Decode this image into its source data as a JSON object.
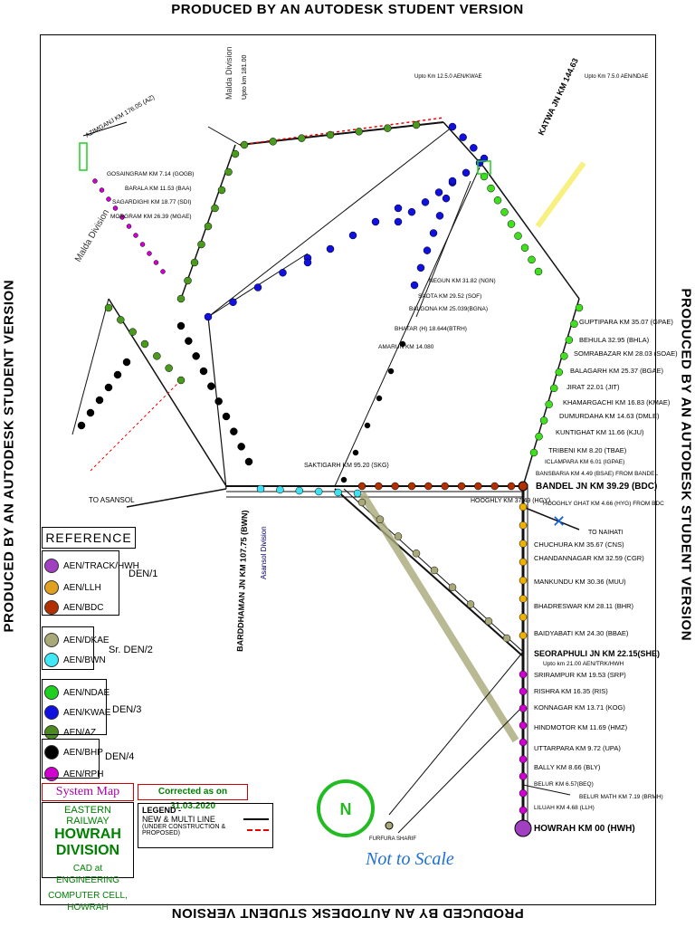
{
  "watermark": "PRODUCED BY AN AUTODESK STUDENT VERSION",
  "map": {
    "colors": {
      "track": "#111111",
      "magenta": "#d000d0",
      "yellow": "#f0b000",
      "brown": "#b03000",
      "khaki": "#a8a878",
      "cyan": "#40e0f0",
      "blue": "#1010e0",
      "green": "#4a9a20",
      "black": "#000000",
      "lime": "#40e020",
      "red_dotted": "#e00000"
    },
    "places": {
      "howrah": "HOWRAH KM 00 (HWH)",
      "bandel": "BANDEL JN KM 39.29 (BDC)",
      "seoraphuli": "SEORAPHULI JN KM 22.15(SHE)",
      "seoraphuli_note": "Upto km 21.00 AEN/TRK/HWH",
      "burdwan": "BARDDHAMAN JN KM 107.75 (BWN)",
      "saktigarh": "SAKTIGARH KM 95.20 (SKG)",
      "hooghly": "HOOGHLY KM 37.49 (HGY)",
      "hooghly_ghat": "HOOGHLY GHAT KM 4.66 (HYG) FROM BDC",
      "to_naihati": "TO NAIHATI",
      "to_asansol": "TO ASANSOL",
      "chuchura": "CHUCHURA KM 35.67 (CNS)",
      "chandannagar": "CHANDANNAGAR KM 32.59 (CGR)",
      "mankundu": "MANKUNDU KM 30.36 (MUU)",
      "bhadreswar": "BHADRESWAR KM 28.11 (BHR)",
      "baidyabati": "BAIDYABATI KM 24.30 (BBAE)",
      "srirampur": "SRIRAMPUR KM 19.53 (SRP)",
      "rishra": "RISHRA KM 16.35 (RIS)",
      "konnagar": "KONNAGAR KM 13.71 (KOG)",
      "hindmotor": "HINDMOTOR KM 11.69 (HMZ)",
      "uttarpara": "UTTARPARA KM 9.72 (UPA)",
      "bally": "BALLY KM 8.66 (BLY)",
      "belur": "BELUR KM 6.57(BEQ)",
      "belur_math": "BELUR MATH KM 7.19 (BRMH)",
      "liluah": "LILUAH KM 4.68 (LLH)",
      "guptipara": "GUPTIPARA KM 35.07 (GPAE)",
      "behula": "BEHULA 32.95 (BHLA)",
      "somrabazar": "SOMRABAZAR KM 28.03 (SOAE)",
      "balagarh": "BALAGARH KM 25.37 (BGAE)",
      "jirat": "JIRAT 22.01 (JIT)",
      "khamargachi": "KHAMARGACHI KM 16.83 (KMAE)",
      "dumurdaha": "DUMURDAHA KM 14.63 (DMLE)",
      "kuntighat": "KUNTIGHAT KM 11.66 (KJU)",
      "tribeni": "TRIBENI KM 8.20 (TBAE)",
      "ishwargupta": "ICLAMPARA KM 6.01 (IGPAE)",
      "bansberia": "BANSBARIA KM 4.49 (BSAE) FROM BANDEL",
      "gosaingram": "GOSAINGRAM KM 7.14 (GOGB)",
      "barala": "BARALA KM 11.53 (BAA)",
      "sagardighi": "SAGARDIGHI KM 18.77 (SDI)",
      "morgram": "MORGRAM KM 26.39 (MGAE)",
      "negun": "NEGUN KM 31.82 (NGN)",
      "saota": "SAOTA KM 29.52 (SOF)",
      "balgona": "BALGONA KM 25.039(BGNA)",
      "bhatar": "BHATAR (H) 18.644(BTRH)",
      "amarun": "AMARUN KM 14.080",
      "upto_kwae": "Upto Km 12.5.0 AEN/KWAE",
      "upto_ndae": "Upto Km 7.5.0 AEN/NDAE",
      "furfura": "FURFURA SHARIF",
      "azimganj": "AZIMGANJ KM 176.05 (AZ)",
      "malda_division": "Malda Division",
      "malda_upto": "Upto km 181.00",
      "asansol_division": "Asansol Division",
      "katwa": "KATWA JN KM 144.63"
    }
  },
  "reference": {
    "title": "REFERENCE",
    "items": [
      {
        "label": "AEN/TRACK/HWH",
        "color": "#a040c0"
      },
      {
        "label": "AEN/LLH",
        "color": "#e0a020"
      },
      {
        "label": "AEN/BDC",
        "color": "#b03000"
      },
      {
        "label": "AEN/DKAE",
        "color": "#a8a878"
      },
      {
        "label": "AEN/BWN",
        "color": "#40e8f8"
      },
      {
        "label": "AEN/NDAE",
        "color": "#20d020"
      },
      {
        "label": "AEN/KWAE",
        "color": "#1010e0"
      },
      {
        "label": "AEN/AZ",
        "color": "#4a8a20"
      },
      {
        "label": "AEN/BHP",
        "color": "#000000"
      },
      {
        "label": "AEN/RPH",
        "color": "#d000d0"
      }
    ],
    "den1": "DEN/1",
    "den2": "Sr. DEN/2",
    "den3": "DEN/3",
    "den4": "DEN/4"
  },
  "footer": {
    "system_map": "System Map",
    "railway": "EASTERN RAILWAY",
    "division": "HOWRAH DIVISION",
    "cad_line1": "CAD at ENGINEERING",
    "cad_line2": "COMPUTER CELL, HOWRAH",
    "corrected": "Corrected as on 31.03.2020",
    "legend_title": "LEGEND -",
    "legend_new": "NEW & MULTI LINE",
    "legend_uc": "(UNDER CONSTRUCTION & PROPOSED)",
    "north": "N",
    "not_to_scale": "Not to Scale"
  }
}
